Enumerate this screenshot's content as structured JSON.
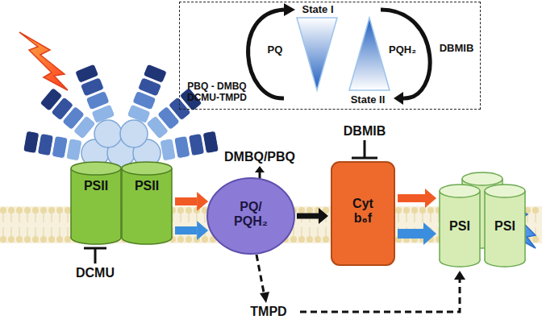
{
  "diagram": {
    "nodes": [
      {
        "text": [
          "State I",
          "DBMIB",
          "PQ",
          "PQH₂",
          "PBQ - DMBQ DCMU-TMPD",
          "State II"
        ]
      },
      {
        "text": [
          "PSII"
        ]
      },
      {
        "text": [
          "PSII"
        ]
      },
      {
        "text": [
          "PQ/ PQH₂"
        ]
      },
      {
        "text": [
          "Cyt b₆f"
        ]
      },
      {
        "text": [
          "PSI"
        ]
      },
      {
        "text": [
          "PSI"
        ]
      }
    ],
    "edges": [
      {
        "from": 2,
        "to": 3,
        "arrow": "to"
      },
      {
        "from": 2,
        "to": 3,
        "arrow": "to"
      },
      {
        "from": 3,
        "to": 4,
        "arrow": "to"
      },
      {
        "from": 4,
        "to": 5,
        "arrow": "to"
      },
      {
        "from": 4,
        "to": 5,
        "arrow": "to"
      }
    ],
    "labels": [
      "DBMIB",
      "DMBQ/PBQ",
      "DCMU",
      "TMPD"
    ]
  }
}
